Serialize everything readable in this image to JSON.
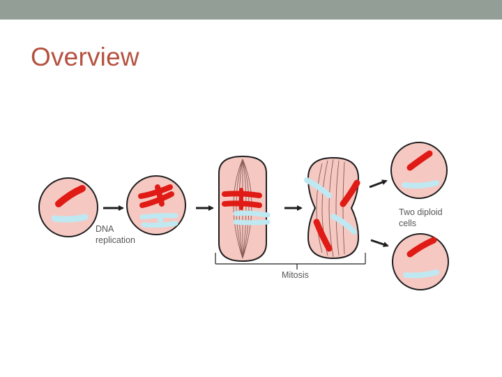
{
  "slide": {
    "title": "Overview"
  },
  "diagram": {
    "labels": {
      "dna_replication_line1": "DNA",
      "dna_replication_line2": "replication",
      "mitosis": "Mitosis",
      "two_diploid_line1": "Two diploid",
      "two_diploid_line2": "cells"
    }
  },
  "colors": {
    "top_bar": "#929e96",
    "title": "#b5513f",
    "cell_fill": "#f6c8c2",
    "cell_outline": "#1e1e1e",
    "spindle": "#8a5a55",
    "red_chromosome": "#e01a14",
    "blue_chromosome": "#bfe9f2",
    "arrow": "#1e1e1e",
    "label": "#555555"
  }
}
